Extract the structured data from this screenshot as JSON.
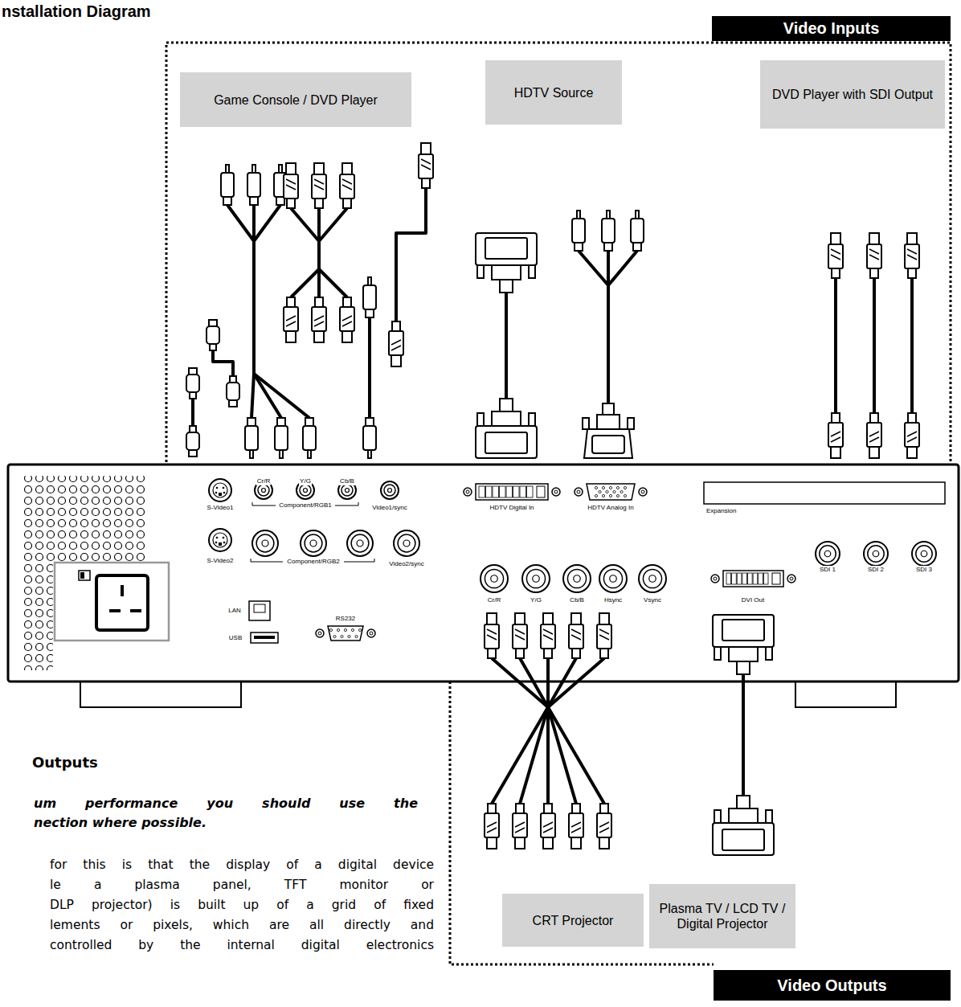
{
  "diagram": {
    "title": "nstallation Diagram",
    "nodes": [
      {
        "text": [
          "Video Inputs"
        ]
      },
      {
        "text": [
          "Game Console / DVD Player"
        ]
      },
      {
        "text": [
          "HDTV Source"
        ]
      },
      {
        "text": [
          "DVD Player with SDI Output"
        ]
      },
      {
        "text": [
          "CRT Projector"
        ]
      },
      {
        "text": [
          "Plasma TV / LCD TV / Digital Projector"
        ]
      },
      {
        "text": [
          "Video Outputs"
        ]
      }
    ],
    "labels": [
      "S-Video1",
      "Cr/R",
      "Y/G",
      "Cb/B",
      "Component/RGB1",
      "Video1/sync",
      "HDTV Digital In",
      "HDTV Analog In",
      "Expansion",
      "S-Video2",
      "Component/RGB2",
      "Video2/sync",
      "Cr/R",
      "Y/G",
      "Cb/B",
      "Hsync",
      "Vsync",
      "DVI Out",
      "SDI 1",
      "SDI 2",
      "SDI 3",
      "LAN",
      "USB",
      "RS232",
      "Outputs",
      "um performance you should use the",
      "nection where possible.",
      "for this is that the display of a digital device",
      "le a plasma panel, TFT monitor or",
      "DLP projector) is built up of a grid of fixed",
      "lements or pixels, which are all directly and",
      "controlled by the internal digital electronics"
    ]
  }
}
